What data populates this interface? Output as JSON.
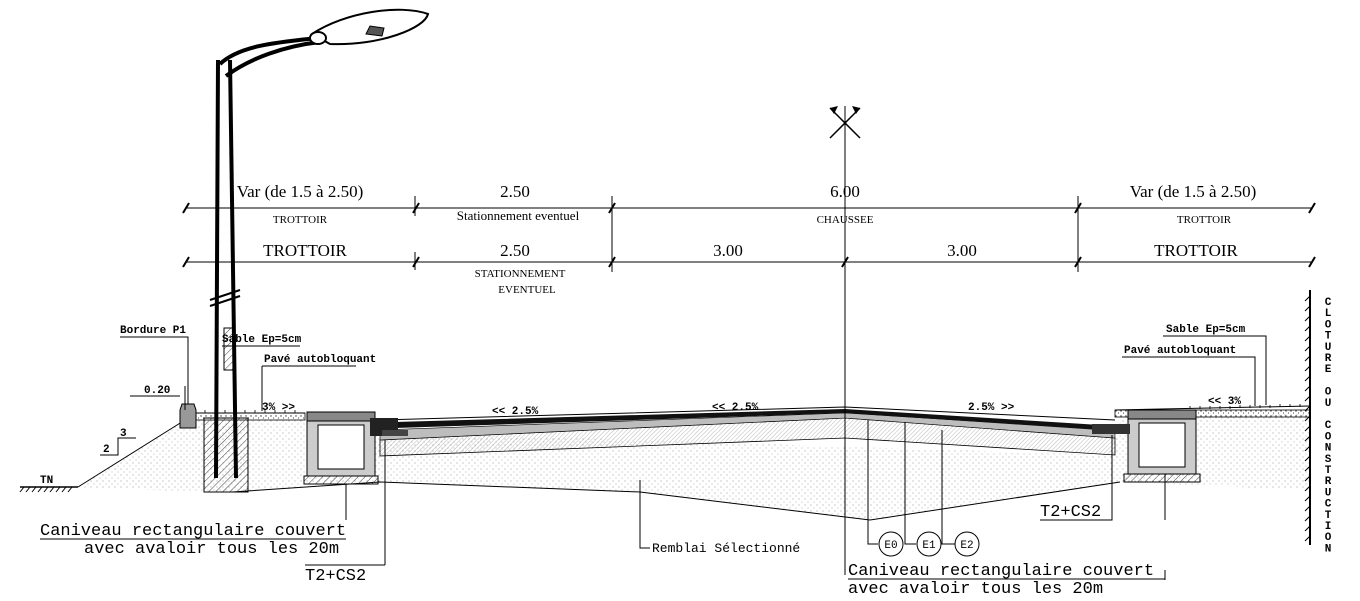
{
  "dimensions_row1": {
    "left_var": "Var (de 1.5 à 2.50)",
    "left_sub": "TROTTOIR",
    "parking": "2.50",
    "parking_sub": "Stationnement eventuel",
    "roadway": "6.00",
    "roadway_sub": "CHAUSSEE",
    "right_var": "Var (de 1.5 à 2.50)",
    "right_sub": "TROTTOIR"
  },
  "dimensions_row2": {
    "left": "TROTTOIR",
    "parking": "2.50",
    "parking_sub_1": "STATIONNEMENT",
    "parking_sub_2": "EVENTUEL",
    "lane_left": "3.00",
    "lane_right": "3.00",
    "right": "TROTTOIR"
  },
  "labels": {
    "bordure": "Bordure P1",
    "sable_left": "Sable Ep=5cm",
    "pave_left": "Pavé autobloquant",
    "sable_right": "Sable Ep=5cm",
    "pave_right": "Pavé autobloquant",
    "width_020": "0.20",
    "slope_v": "2",
    "slope_h": "3",
    "tn": "TN",
    "caniveau_left_1": "Caniveau rectangulaire couvert",
    "caniveau_left_2": "avec avaloir tous les 20m",
    "caniveau_right_1": "Caniveau rectangulaire couvert",
    "caniveau_right_2": "avec avaloir tous les 20m",
    "t2_left": "T2+CS2",
    "t2_right": "T2+CS2",
    "remblai": "Remblai Sélectionné",
    "layers": [
      "E0",
      "E1",
      "E2"
    ],
    "cloture": "CLOTURE OU CONSTRUCTION"
  },
  "slopes": {
    "sidewalk_left": "3% >>",
    "road_1": "<< 2.5%",
    "road_2": "<< 2.5%",
    "road_3": "2.5% >>",
    "sidewalk_right": "<< 3%"
  }
}
